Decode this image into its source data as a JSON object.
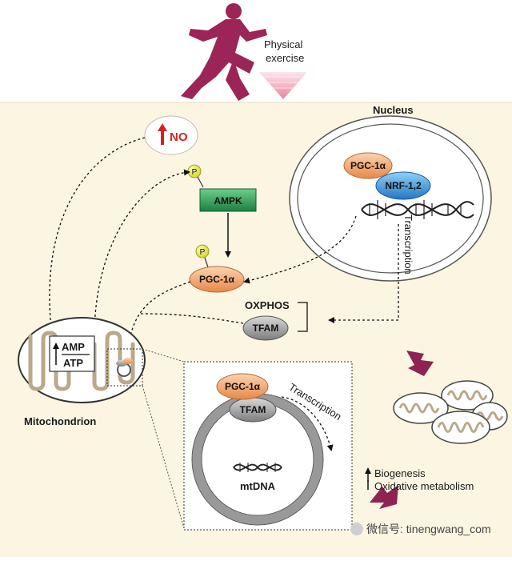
{
  "labels": {
    "physical_exercise_line1": "Physical",
    "physical_exercise_line2": "exercise",
    "nucleus": "Nucleus",
    "no": "NO",
    "ampk": "AMPK",
    "p": "P",
    "pgc1a": "PGC-1α",
    "nrf": "NRF-1,2",
    "transcription": "Transcription",
    "oxphos": "OXPHOS",
    "tfam": "TFAM",
    "amp": "AMP",
    "atp": "ATP",
    "mitochondrion": "Mitochondrion",
    "mtdna": "mtDNA",
    "biogenesis": "Biogenesis",
    "oxidative_metabolism": "Oxidative metabolism"
  },
  "watermark": "微信号: tinengwang_com",
  "colors": {
    "background": "#fbf5e2",
    "runner": "#9b2557",
    "arrow_accent": "#8e2353",
    "pgc": "#f0a673",
    "nrf": "#3d96d8",
    "ampk": "#2f9a55",
    "tfam": "#9a9a9a",
    "p_ball": "#e9e84a",
    "no_arrow": "#d8211f"
  },
  "icons": [
    "runner-icon",
    "down-chevron-icon",
    "dna-helix-icon",
    "mitochondrion-icon",
    "mitochondria-cluster-icon",
    "up-arrow-icon"
  ]
}
